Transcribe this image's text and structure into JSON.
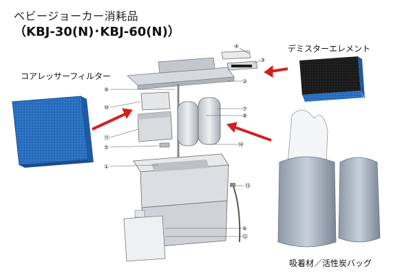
{
  "title": {
    "line1": "ベビージョーカー消耗品",
    "line2": "（KBJ-30(N)･KBJ-60(N)）"
  },
  "labels": {
    "demister": "デミスターエレメント",
    "compressor_filter": "コアレッサーフィルター",
    "adsorbent_bag": "吸着材／活性炭バッグ"
  },
  "callouts": [
    "①",
    "②",
    "③",
    "④",
    "⑤",
    "⑥",
    "⑦",
    "⑧",
    "⑨",
    "⑩",
    "⑪",
    "⑫",
    "⑬",
    "⑭"
  ],
  "colors": {
    "filter_blue": "#2a6fc0",
    "element_black": "#1a1a1a",
    "arrow_red": "#d42020",
    "machine_gray": "#c9ced4"
  }
}
